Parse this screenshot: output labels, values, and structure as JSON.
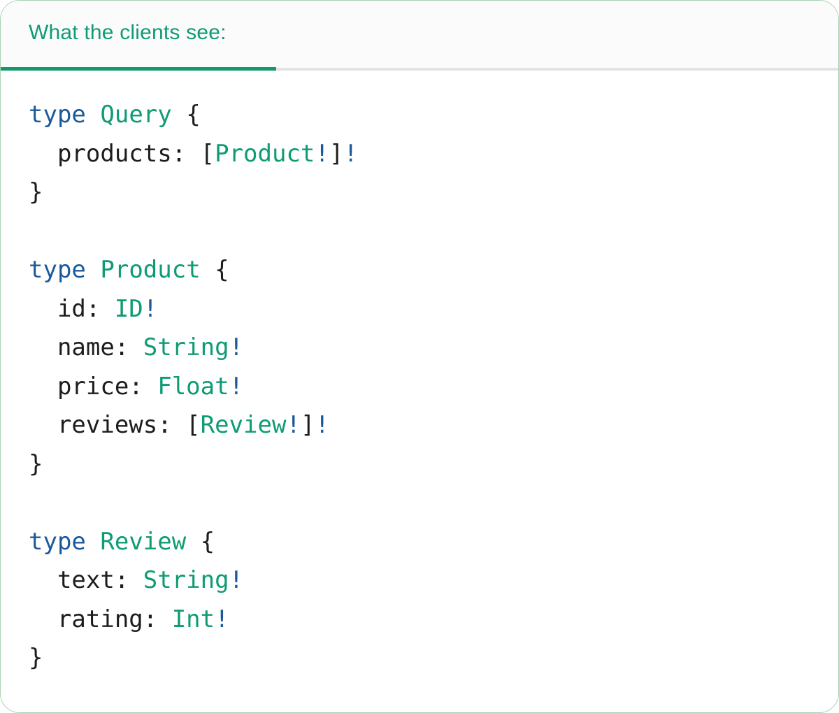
{
  "panel": {
    "tab_label": "What the clients see:"
  },
  "colors": {
    "teal": "#0f9b74",
    "blue": "#1b5a9a",
    "code_text": "#1d1d1f",
    "underline_active": "#14996e",
    "underline_track": "#e3e3e3",
    "header_bg": "#fbfbfb",
    "card_border": "#a9d3b4"
  },
  "code": {
    "language": "graphql",
    "lines": [
      [
        {
          "k": "keyword",
          "t": "type"
        },
        {
          "k": "plain",
          "t": " "
        },
        {
          "k": "type",
          "t": "Query"
        },
        {
          "k": "plain",
          "t": " {"
        }
      ],
      [
        {
          "k": "plain",
          "t": "  products: ["
        },
        {
          "k": "type",
          "t": "Product"
        },
        {
          "k": "bang",
          "t": "!"
        },
        {
          "k": "plain",
          "t": "]"
        },
        {
          "k": "bang",
          "t": "!"
        }
      ],
      [
        {
          "k": "plain",
          "t": "}"
        }
      ],
      [],
      [
        {
          "k": "keyword",
          "t": "type"
        },
        {
          "k": "plain",
          "t": " "
        },
        {
          "k": "type",
          "t": "Product"
        },
        {
          "k": "plain",
          "t": " {"
        }
      ],
      [
        {
          "k": "plain",
          "t": "  id: "
        },
        {
          "k": "type",
          "t": "ID"
        },
        {
          "k": "bang",
          "t": "!"
        }
      ],
      [
        {
          "k": "plain",
          "t": "  name: "
        },
        {
          "k": "type",
          "t": "String"
        },
        {
          "k": "bang",
          "t": "!"
        }
      ],
      [
        {
          "k": "plain",
          "t": "  price: "
        },
        {
          "k": "type",
          "t": "Float"
        },
        {
          "k": "bang",
          "t": "!"
        }
      ],
      [
        {
          "k": "plain",
          "t": "  reviews: ["
        },
        {
          "k": "type",
          "t": "Review"
        },
        {
          "k": "bang",
          "t": "!"
        },
        {
          "k": "plain",
          "t": "]"
        },
        {
          "k": "bang",
          "t": "!"
        }
      ],
      [
        {
          "k": "plain",
          "t": "}"
        }
      ],
      [],
      [
        {
          "k": "keyword",
          "t": "type"
        },
        {
          "k": "plain",
          "t": " "
        },
        {
          "k": "type",
          "t": "Review"
        },
        {
          "k": "plain",
          "t": " {"
        }
      ],
      [
        {
          "k": "plain",
          "t": "  text: "
        },
        {
          "k": "type",
          "t": "String"
        },
        {
          "k": "bang",
          "t": "!"
        }
      ],
      [
        {
          "k": "plain",
          "t": "  rating: "
        },
        {
          "k": "type",
          "t": "Int"
        },
        {
          "k": "bang",
          "t": "!"
        }
      ],
      [
        {
          "k": "plain",
          "t": "}"
        }
      ]
    ]
  }
}
